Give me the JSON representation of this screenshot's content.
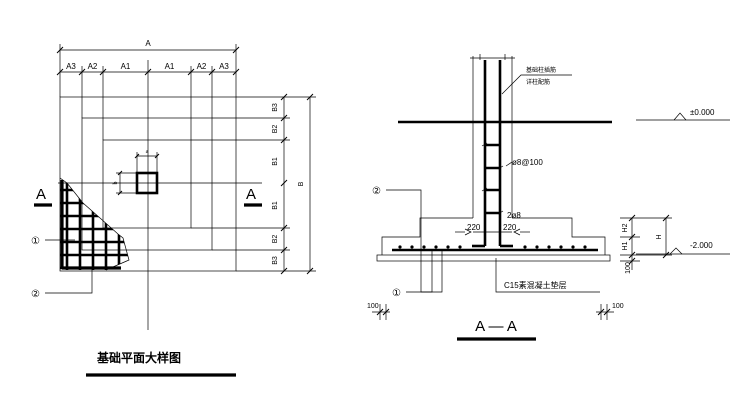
{
  "plan": {
    "dim_total_top": "A",
    "dim_segments": [
      "A3",
      "A2",
      "A1",
      "A1",
      "A2",
      "A3"
    ],
    "dim_right_segments": [
      "B3",
      "B2",
      "B1",
      "B1",
      "B2",
      "B3"
    ],
    "dim_total_right": "B",
    "col_dim_a": "a",
    "col_dim_b": "b",
    "section_mark": "A",
    "callout_1": "①",
    "callout_2": "②",
    "title": "基础平面大样图"
  },
  "section": {
    "note_line1": "基础柱插筋",
    "note_line2": "详柱配筋",
    "level_top": "±0.000",
    "level_bottom": "-2.000",
    "stirrup": "ø8@100",
    "bar": "2ø8",
    "dim_220_left": "220",
    "dim_220_right": "220",
    "dim_h2": "H2",
    "dim_h1": "H1",
    "dim_h": "H",
    "dim_100_right": "100",
    "cushion": "C15素混凝土垫层",
    "dim_100_bl": "100",
    "dim_100_br": "100",
    "callout_1": "①",
    "callout_2": "②",
    "title": "A — A"
  }
}
